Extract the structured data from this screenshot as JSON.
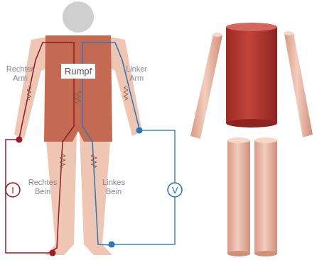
{
  "diagram": {
    "nodes": [
      {
        "text": [
          "Rumpf"
        ]
      },
      {
        "text": [
          "I"
        ]
      },
      {
        "text": [
          "V"
        ]
      }
    ],
    "labels": [
      "Rechter Arm",
      "Linker Arm",
      "Rechtes Bein",
      "Linkes Bein"
    ]
  }
}
